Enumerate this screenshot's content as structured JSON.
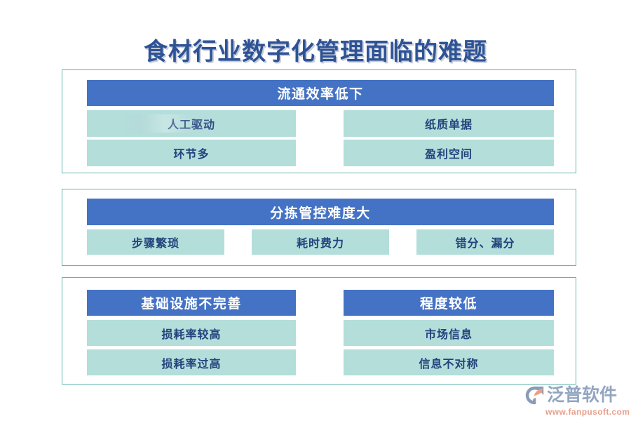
{
  "title": "食材行业数字化管理面临的难题",
  "colors": {
    "page_background": "#FFFFFF",
    "title_text": "#2E5395",
    "header_bar": "#4472C4",
    "header_text": "#FFFFFF",
    "item_box": "#B3DEDA",
    "item_text": "#22437C",
    "container_border": "#63B5AC",
    "brand_name": "#93A5C0",
    "brand_url": "#E8A08B",
    "brand_mark_primary": "#8A9BB8",
    "brand_mark_accent": "#E8A08B"
  },
  "sections": [
    {
      "id": "section-1",
      "layout": "single-header-two-column",
      "header": "流通效率低下",
      "items": [
        "人工驱动",
        "纸质单据",
        "环节多",
        "盈利空间"
      ]
    },
    {
      "id": "section-2",
      "layout": "single-header-three-column",
      "header": "分拣管控难度大",
      "items": [
        "步骤繁琐",
        "耗时费力",
        "错分、漏分"
      ]
    },
    {
      "id": "section-3",
      "layout": "two-group",
      "groups": [
        {
          "header": "基础设施不完善",
          "items": [
            "损耗率较高",
            "损耗率过高"
          ]
        },
        {
          "header": "程度较低",
          "items": [
            "市场信息",
            "信息不对称"
          ]
        }
      ]
    }
  ],
  "brand": {
    "name": "泛普软件",
    "url": "www.fanpusoft.com"
  }
}
